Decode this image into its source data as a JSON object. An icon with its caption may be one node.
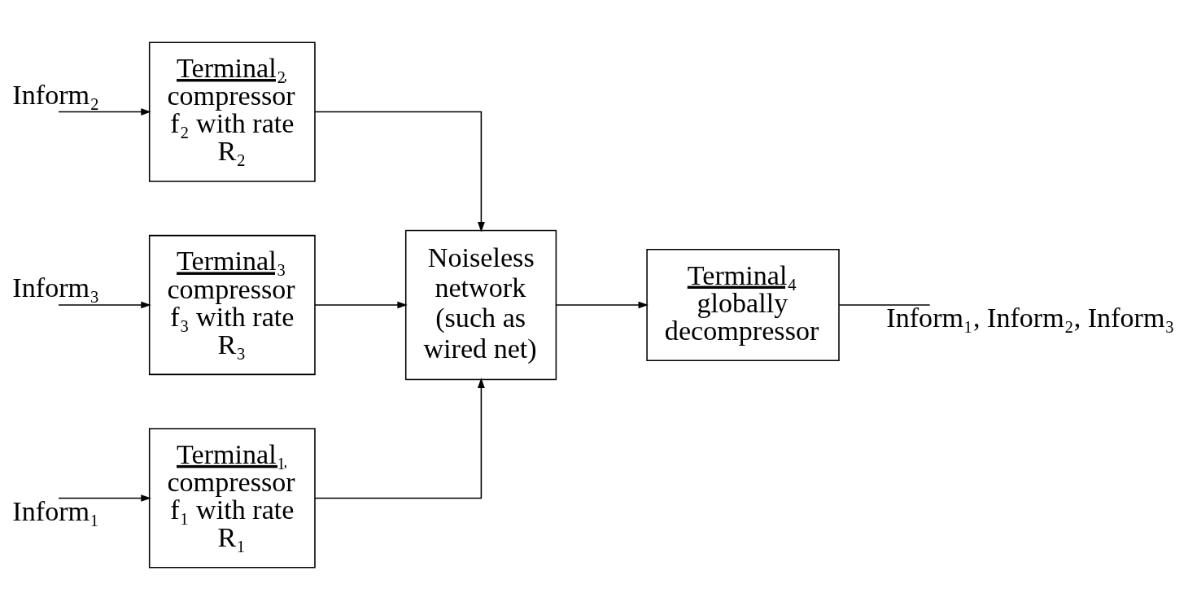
{
  "diagram": {
    "nodes": [
      {
        "text": [
          "Terminal₁",
          "compressor f₁ with rate R₁"
        ]
      },
      {
        "text": [
          "Terminal₂",
          "compressor f₂ with rate R₂"
        ]
      },
      {
        "text": [
          "Terminal₃",
          "compressor f₃ with rate R₃"
        ]
      },
      {
        "text": [
          "Noiseless network (such as wired net)"
        ]
      },
      {
        "text": [
          "Terminal₄",
          "globally decompressor"
        ]
      }
    ],
    "edges": [
      {
        "from": null,
        "to": 0,
        "arrow": "to",
        "label": "Inform₁"
      },
      {
        "from": null,
        "to": 1,
        "arrow": "to",
        "label": "Inform₂"
      },
      {
        "from": null,
        "to": 2,
        "arrow": "to",
        "label": "Inform₃"
      },
      {
        "from": 0,
        "to": 3,
        "arrow": "to"
      },
      {
        "from": 1,
        "to": 3,
        "arrow": "to"
      },
      {
        "from": 2,
        "to": 3,
        "arrow": "to"
      },
      {
        "from": 3,
        "to": 4,
        "arrow": "to"
      },
      {
        "from": 4,
        "to": null,
        "arrow": "none",
        "label": "Inform₁, Inform₂, Inform₃"
      }
    ]
  }
}
